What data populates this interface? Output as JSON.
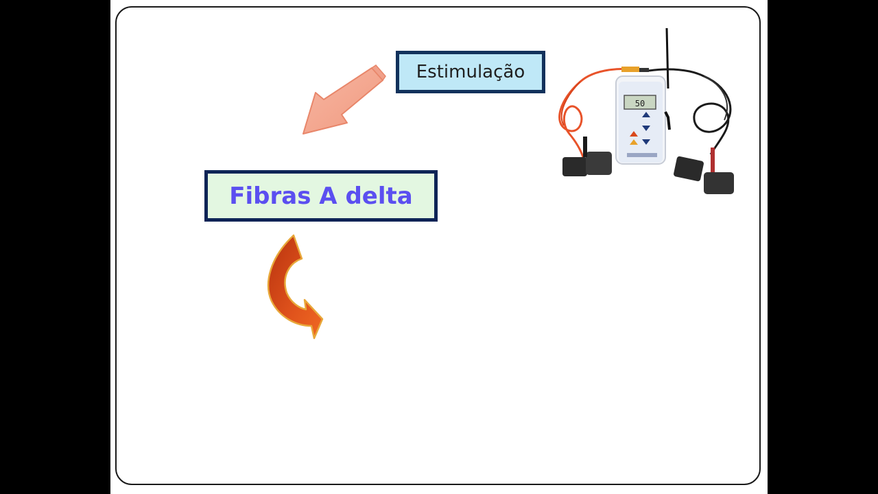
{
  "slide": {
    "top_label": "Estimulação",
    "main_label": "Fibras A delta",
    "device_icon": "tens-device-icon",
    "down_arrow_icon": "diagonal-arrow-icon",
    "curved_arrow_icon": "curved-arrow-icon",
    "device_display": "50"
  },
  "colors": {
    "letterbox": "#000000",
    "estim_fill": "#bfe8f7",
    "estim_border": "#12325c",
    "fibras_fill": "#e3f7e1",
    "fibras_border": "#0d2456",
    "fibras_text": "#5b4ff0",
    "arrow_pink": "#f4a690",
    "arrow_orange": "#d9481b"
  }
}
